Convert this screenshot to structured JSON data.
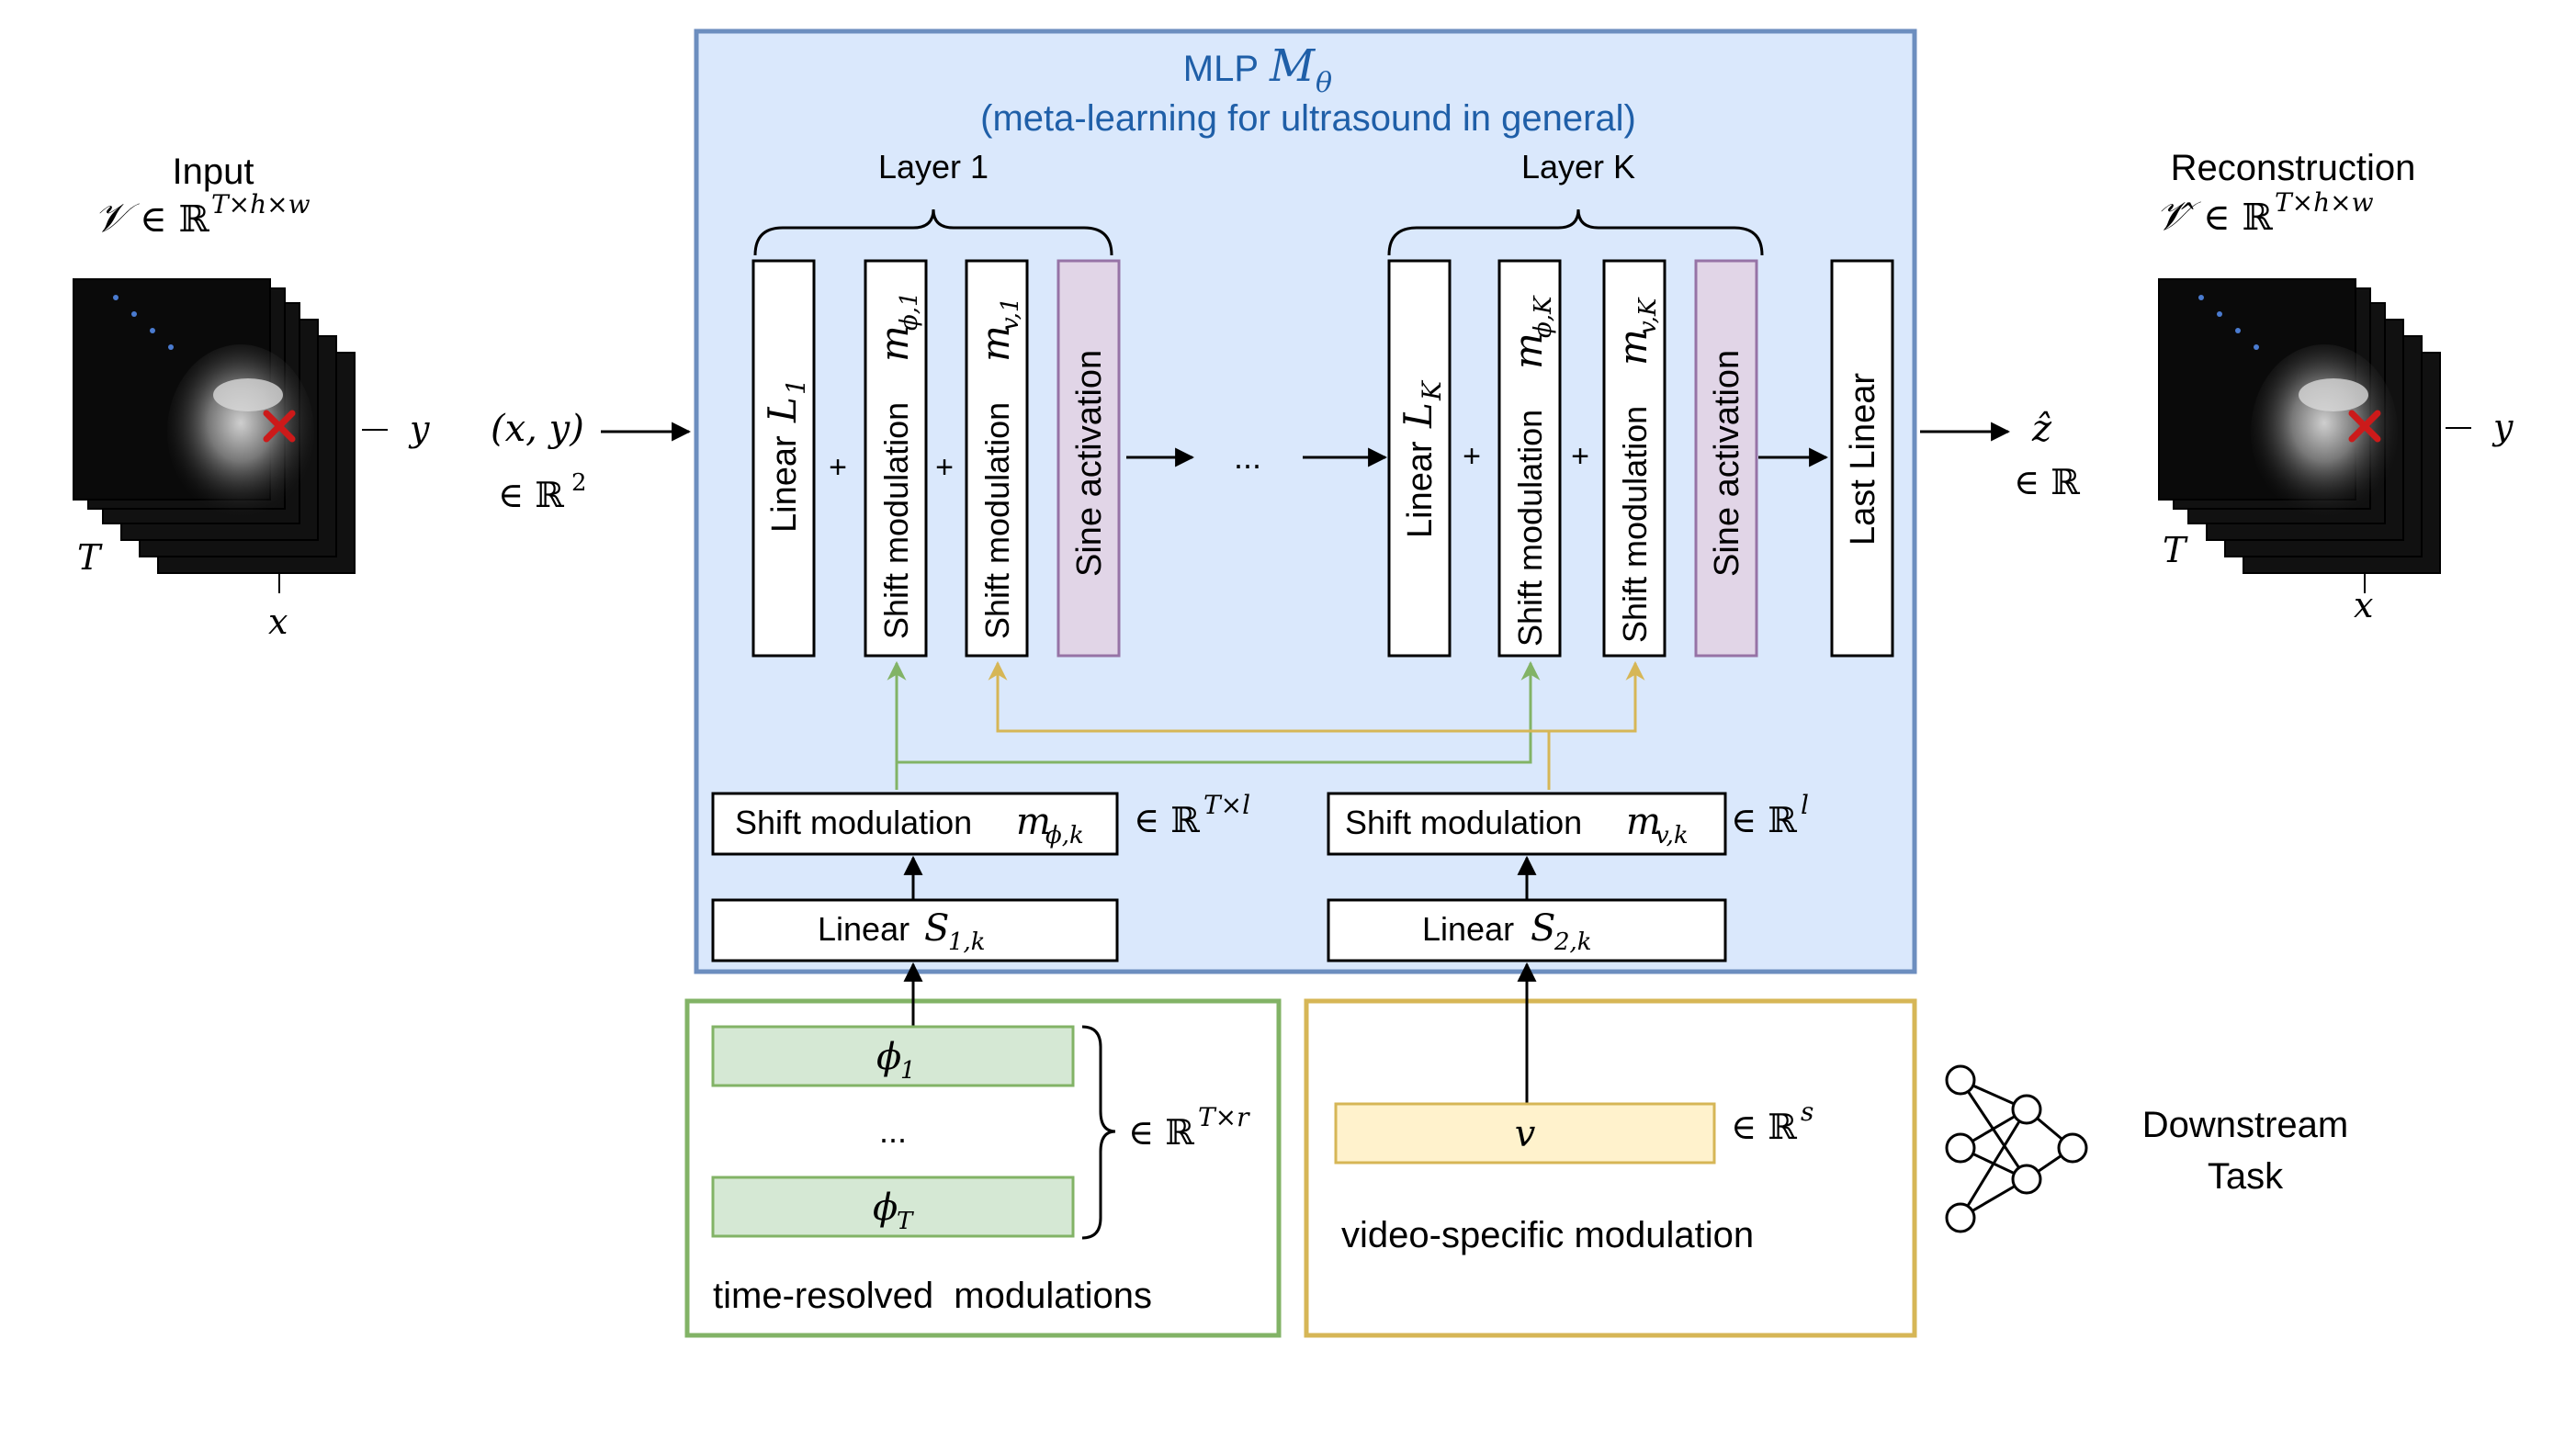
{
  "colors": {
    "mlp_fill": "#dae8fc",
    "mlp_border": "#6c8ebf",
    "mlp_title": "#1f5fa8",
    "sine_fill": "#e1d5e7",
    "sine_border": "#9673a6",
    "green_fill": "#d5e8d4",
    "green_border": "#82b366",
    "yellow_fill": "#fff2cc",
    "yellow_border": "#d6b656",
    "frame_bg": "#111111",
    "cross": "#cc1a1a"
  },
  "input": {
    "title": "Input",
    "formula_sym": "𝒱",
    "formula_set": "∈ ℝ",
    "formula_exp": "T×h×w",
    "axis_y": "y",
    "axis_x": "x",
    "axis_t": "T"
  },
  "coords": {
    "label": "(x, y)",
    "set": "∈ ℝ",
    "exp": "2"
  },
  "mlp": {
    "title_prefix": "MLP",
    "title_math": "M",
    "title_sub": "θ",
    "subtitle": "(meta-learning for ultrasound in general)",
    "layer1_label": "Layer 1",
    "layerk_label": "Layer K",
    "linear1_text": "Linear",
    "linear1_math": "L",
    "linear1_sub": "1",
    "linearK_math": "L",
    "linearK_sub": "K",
    "shift_text": "Shift modulation",
    "m": "m",
    "sub_phi1": "ϕ,1",
    "sub_v1": "v,1",
    "sub_phiK": "ϕ,K",
    "sub_vK": "v,K",
    "sine_text": "Sine activation",
    "plus": "+",
    "ellipsis": "...",
    "last_linear": "Last Linear",
    "shift_phi_text": "Shift modulation",
    "shift_phi_sub": "ϕ,k",
    "shift_phi_set": "∈ ℝ",
    "shift_phi_exp": "T×l",
    "shift_v_text": "Shift modulation",
    "shift_v_sub": "v,k",
    "shift_v_set": "∈ ℝ",
    "shift_v_exp": "l",
    "linear_s1_text": "Linear",
    "linear_s1_math": "S",
    "linear_s1_sub": "1,k",
    "linear_s2_text": "Linear",
    "linear_s2_math": "S",
    "linear_s2_sub": "2,k"
  },
  "output": {
    "zhat": "ẑ",
    "set": "∈ ℝ",
    "title": "Reconstruction",
    "formula_sym": "𝒱̂",
    "formula_set": "∈ ℝ",
    "formula_exp": "T×h×w",
    "axis_y": "y",
    "axis_x": "x",
    "axis_t": "T"
  },
  "time_mod": {
    "phi1": "ϕ",
    "phi1_sub": "1",
    "ellipsis": "...",
    "phiT": "ϕ",
    "phiT_sub": "T",
    "set": "∈ ℝ",
    "exp": "T×r",
    "caption": "time-resolved  modulations"
  },
  "video_mod": {
    "v": "v",
    "set": "∈ ℝ",
    "exp": "s",
    "caption": "video-specific modulation"
  },
  "downstream": {
    "line1": "Downstream",
    "line2": "Task"
  }
}
